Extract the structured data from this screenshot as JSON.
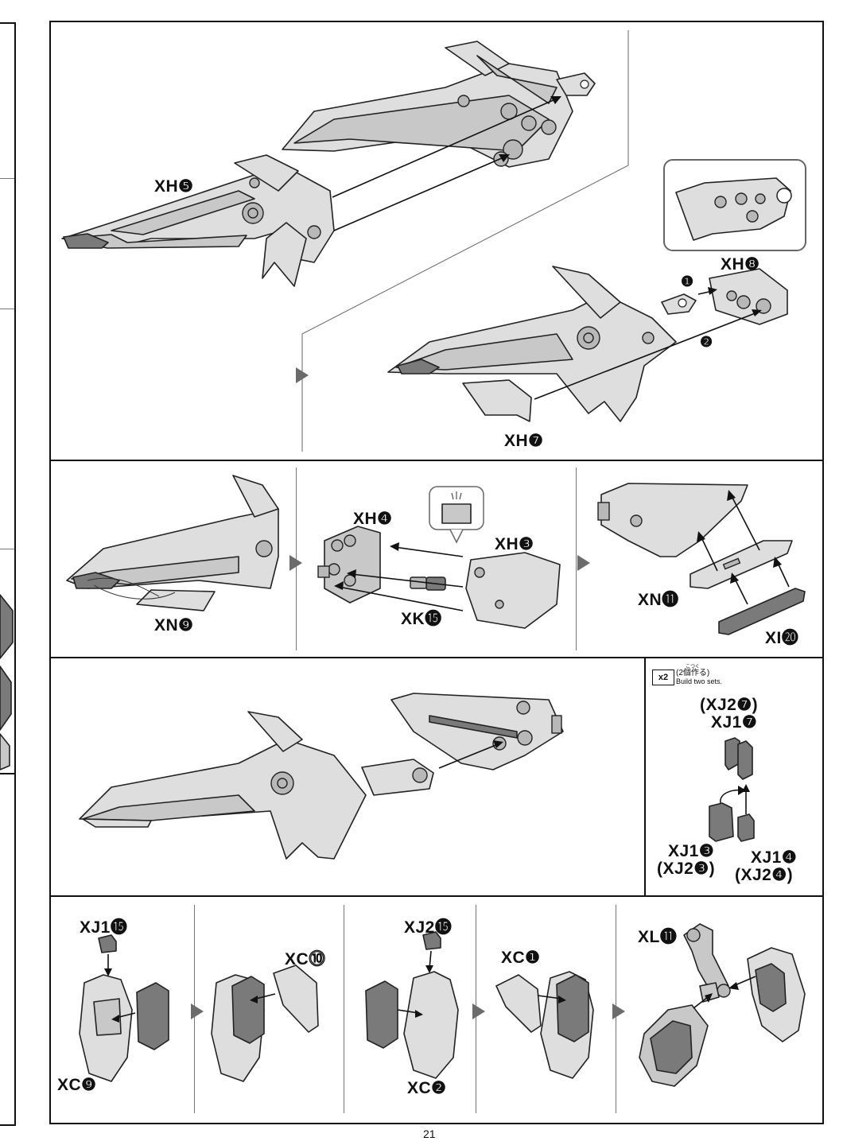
{
  "page_number": "21",
  "labels": {
    "xh5": "XH❺",
    "xh8": "XH❽",
    "xh7": "XH❼",
    "step1": "❶",
    "step2": "❷",
    "xn9": "XN❾",
    "xh4": "XH❹",
    "xh3": "XH❸",
    "xk15": "XK⓯",
    "xn11": "XN⓫",
    "xi20": "XI⓴",
    "xj2_7_paren": "(XJ2❼)",
    "xj1_7": "XJ1❼",
    "xj1_3": "XJ1❸",
    "xj2_3_paren": "(XJ2❸)",
    "xj1_4": "XJ1❹",
    "xj2_4_paren": "(XJ2❹)",
    "xj1_15": "XJ1⓯",
    "xc10": "XC⓾",
    "xj2_15": "XJ2⓯",
    "xc1": "XC❶",
    "xl11": "XL⓫",
    "xc9": "XC❾",
    "xc2": "XC❷"
  },
  "build_note": {
    "multiplier": "x2",
    "furigana": "こつく",
    "japanese": "(2個作る)",
    "english": "Build two sets."
  }
}
